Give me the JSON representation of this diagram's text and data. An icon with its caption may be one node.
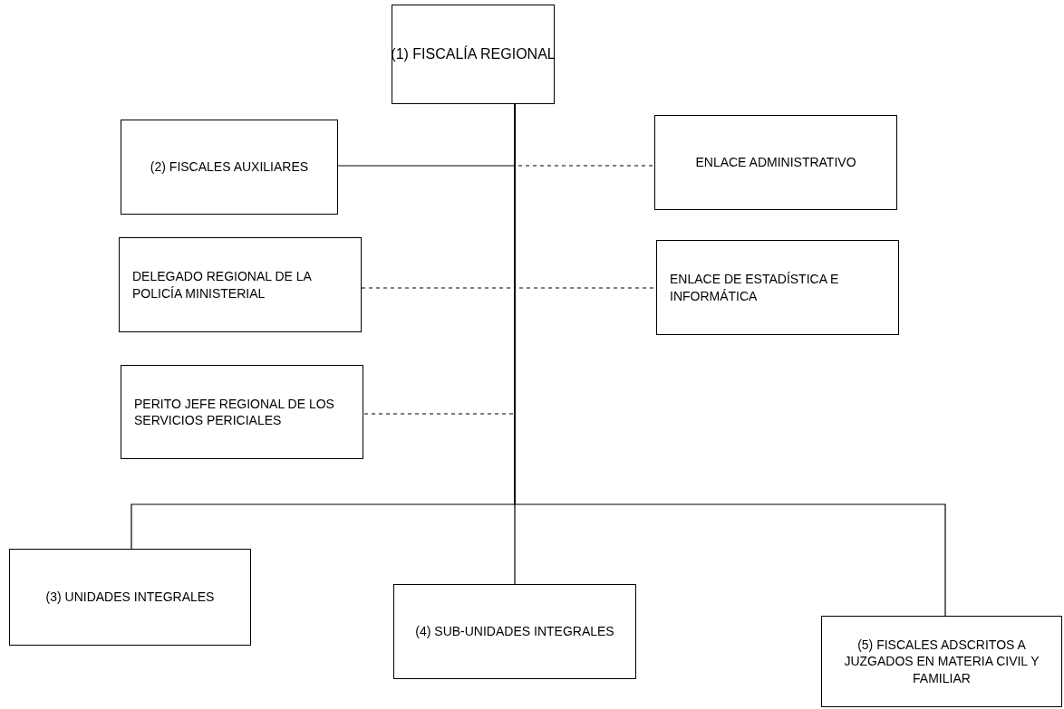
{
  "diagram": {
    "nodes": [
      {
        "text": [
          "(1) FISCALÍA REGIONAL"
        ]
      },
      {
        "text": [
          "(2) FISCALES AUXILIARES"
        ]
      },
      {
        "text": [
          "ENLACE ADMINISTRATIVO"
        ]
      },
      {
        "text": [
          "DELEGADO REGIONAL DE LA POLICÍA MINISTERIAL"
        ]
      },
      {
        "text": [
          "ENLACE DE ESTADÍSTICA E INFORMÁTICA"
        ]
      },
      {
        "text": [
          "PERITO JEFE REGIONAL DE LOS SERVICIOS PERICIALES"
        ]
      },
      {
        "text": [
          "(3) UNIDADES INTEGRALES"
        ]
      },
      {
        "text": [
          "(4) SUB-UNIDADES INTEGRALES"
        ]
      },
      {
        "text": [
          "(5) FISCALES ADSCRITOS A JUZGADOS EN MATERIA CIVIL Y FAMILIAR"
        ]
      }
    ],
    "edges": [
      {
        "from": 0,
        "to": 1,
        "arrow": "none"
      },
      {
        "from": 0,
        "to": 2,
        "arrow": "none",
        "style": "dashed"
      },
      {
        "from": 0,
        "to": 3,
        "arrow": "none",
        "style": "dashed"
      },
      {
        "from": 0,
        "to": 4,
        "arrow": "none",
        "style": "dashed"
      },
      {
        "from": 0,
        "to": 5,
        "arrow": "none",
        "style": "dashed"
      },
      {
        "from": 0,
        "to": 6,
        "arrow": "none"
      },
      {
        "from": 0,
        "to": 7,
        "arrow": "none"
      },
      {
        "from": 0,
        "to": 8,
        "arrow": "none"
      }
    ]
  }
}
